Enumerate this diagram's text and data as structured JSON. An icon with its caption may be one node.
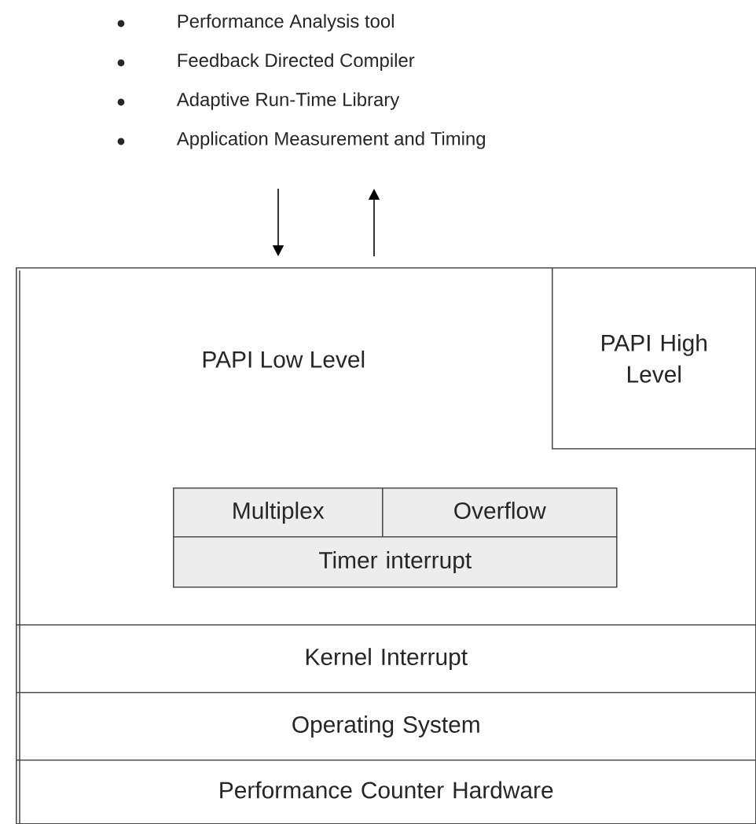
{
  "diagram": {
    "nodes": [
      {
        "text": [
          "Performance Analysis tool",
          "Feedback Directed Compiler",
          "Adaptive Run-Time Library",
          "Application Measurement and Timing"
        ]
      },
      {
        "text": [
          "PAPI Low Level"
        ]
      },
      {
        "text": [
          "PAPI High Level"
        ],
        "in": 1
      },
      {
        "text": [
          "Multiplex"
        ],
        "in": 1
      },
      {
        "text": [
          "Overflow"
        ],
        "in": 1
      },
      {
        "text": [
          "Timer interrupt"
        ],
        "in": 1
      },
      {
        "text": [
          "Kernel Interrupt"
        ]
      },
      {
        "text": [
          "Operating System"
        ]
      },
      {
        "text": [
          "Performance Counter Hardware"
        ]
      }
    ],
    "edges": [
      {
        "from": 0,
        "to": 1,
        "arrow": "to"
      },
      {
        "from": 1,
        "to": 0,
        "arrow": "to"
      }
    ]
  }
}
